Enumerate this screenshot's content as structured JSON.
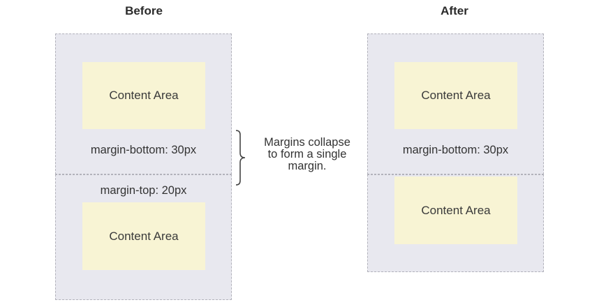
{
  "before": {
    "heading": "Before",
    "top_box": {
      "content": "Content Area",
      "margin_label": "margin-bottom: 30px"
    },
    "bottom_box": {
      "margin_label": "margin-top: 20px",
      "content": "Content Area"
    }
  },
  "after": {
    "heading": "After",
    "top_box": {
      "content": "Content Area",
      "margin_label": "margin-bottom: 30px"
    },
    "bottom_box": {
      "content": "Content Area"
    }
  },
  "annotation": {
    "lines": [
      "Margins collapse",
      "to form a single",
      "margin."
    ]
  },
  "colors": {
    "box_bg": "#e8e8ef",
    "content_bg": "#f8f4d4",
    "text": "#333333"
  }
}
